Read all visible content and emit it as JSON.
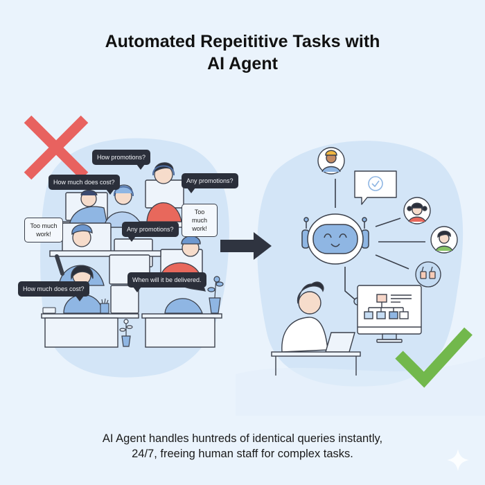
{
  "title": {
    "line1": "Automated Repeititive Tasks with",
    "line2": "AI Agent"
  },
  "caption": {
    "line1": "AI Agent handles huntreds of identical queries instantly,",
    "line2": "24/7, freeing human staff for complex tasks."
  },
  "left_scene": {
    "status_icon": "cross-icon",
    "bubbles": [
      {
        "text": "How promotions?",
        "style": "dark"
      },
      {
        "text": "How much does cost?",
        "style": "dark"
      },
      {
        "text": "Any promotions?",
        "style": "dark"
      },
      {
        "text": "Too much work!",
        "style": "light"
      },
      {
        "text": "Any promotions?",
        "style": "dark"
      },
      {
        "text": "Too much work!",
        "style": "light"
      },
      {
        "text": "How much does cost?",
        "style": "dark"
      },
      {
        "text": "When will it be delivered.",
        "style": "dark"
      }
    ]
  },
  "transition_icon": "arrow-right-icon",
  "right_scene": {
    "status_icon": "checkmark-icon",
    "hub": "robot-icon",
    "nodes": [
      "customer-avatar-icon",
      "chat-check-icon",
      "customer-avatar-icon",
      "customer-avatar-icon",
      "thumbs-up-icon",
      "monitor-flowchart-icon"
    ]
  },
  "colors": {
    "background": "#eaf3fc",
    "blob": "#d3e5f7",
    "cross": "#e8625f",
    "check": "#72b84c",
    "bubble_dark": "#2b2f3a",
    "line": "#3a3f4a",
    "blue_fill": "#8fb6e3",
    "shirt_red": "#e8685c"
  }
}
